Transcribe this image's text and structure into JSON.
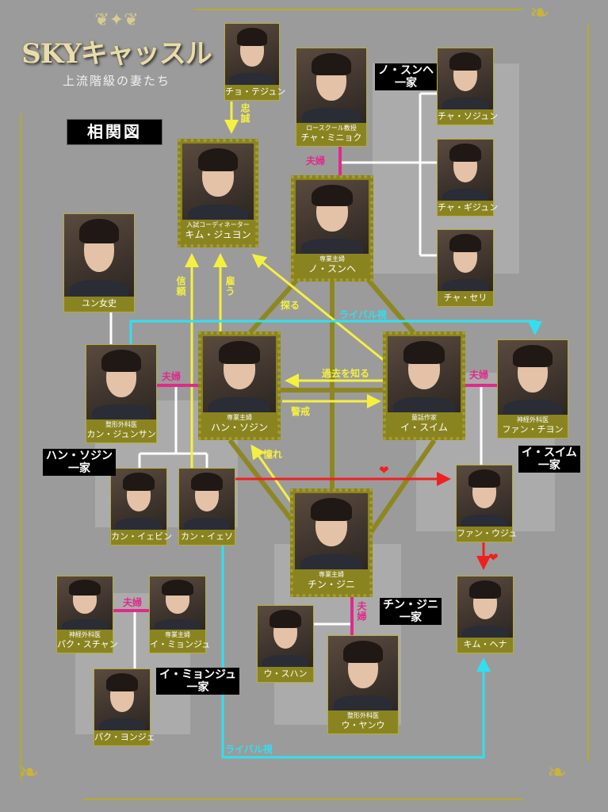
{
  "title": {
    "logo": "SKYキャッスル",
    "subtitle": "上流階級の妻たち",
    "chart_label": "相関図"
  },
  "characters": [
    {
      "name": "チョ・テジュン",
      "role": ""
    },
    {
      "name": "チャ・ミニョク",
      "role": "ロースクール教授"
    },
    {
      "name": "キム・ジュヨン",
      "role": "入試コーディネーター"
    },
    {
      "name": "ノ・スンヘ",
      "role": "専業主婦"
    },
    {
      "name": "チャ・ソジュン",
      "role": ""
    },
    {
      "name": "チャ・ギジュン",
      "role": ""
    },
    {
      "name": "チャ・セリ",
      "role": ""
    },
    {
      "name": "ユン女史",
      "role": ""
    },
    {
      "name": "カン・ジュンサン",
      "role": "整形外科医"
    },
    {
      "name": "ハン・ソジン",
      "role": "専業主婦"
    },
    {
      "name": "イ・スイム",
      "role": "童話作家"
    },
    {
      "name": "ファン・チヨン",
      "role": "神経外科医"
    },
    {
      "name": "カン・イェビン",
      "role": ""
    },
    {
      "name": "カン・イェソ",
      "role": ""
    },
    {
      "name": "ファン・ウジュ",
      "role": ""
    },
    {
      "name": "チン・ジニ",
      "role": "専業主婦"
    },
    {
      "name": "キム・ヘナ",
      "role": ""
    },
    {
      "name": "パク・スチャン",
      "role": "神経外科医"
    },
    {
      "name": "イ・ミョンジュ",
      "role": "専業主婦"
    },
    {
      "name": "パク・ヨンジェ",
      "role": ""
    },
    {
      "name": "ウ・スハン",
      "role": ""
    },
    {
      "name": "ウ・ヤンウ",
      "role": "整形外科医"
    }
  ],
  "families": [
    {
      "line1": "ノ・スンヘ",
      "line2": "一家"
    },
    {
      "line1": "ハン・ソジン",
      "line2": "一家"
    },
    {
      "line1": "イ・スイム",
      "line2": "一家"
    },
    {
      "line1": "チン・ジニ",
      "line2": "一家"
    },
    {
      "line1": "イ・ミョンジュ",
      "line2": "一家"
    }
  ],
  "relations": {
    "loyalty": "忠誠",
    "trust": "信頼",
    "hire": "雇う",
    "probe": "探る",
    "rival": "ライバル視",
    "knows_past": "過去を知る",
    "wary": "警戒",
    "admire": "憧れ",
    "couple": "夫婦",
    "heart": "❤"
  },
  "colors": {
    "card": "#8a8420",
    "relation": "#f4f040",
    "couple": "#e02a8a",
    "rival": "#30e0f0",
    "love": "#f02020"
  }
}
